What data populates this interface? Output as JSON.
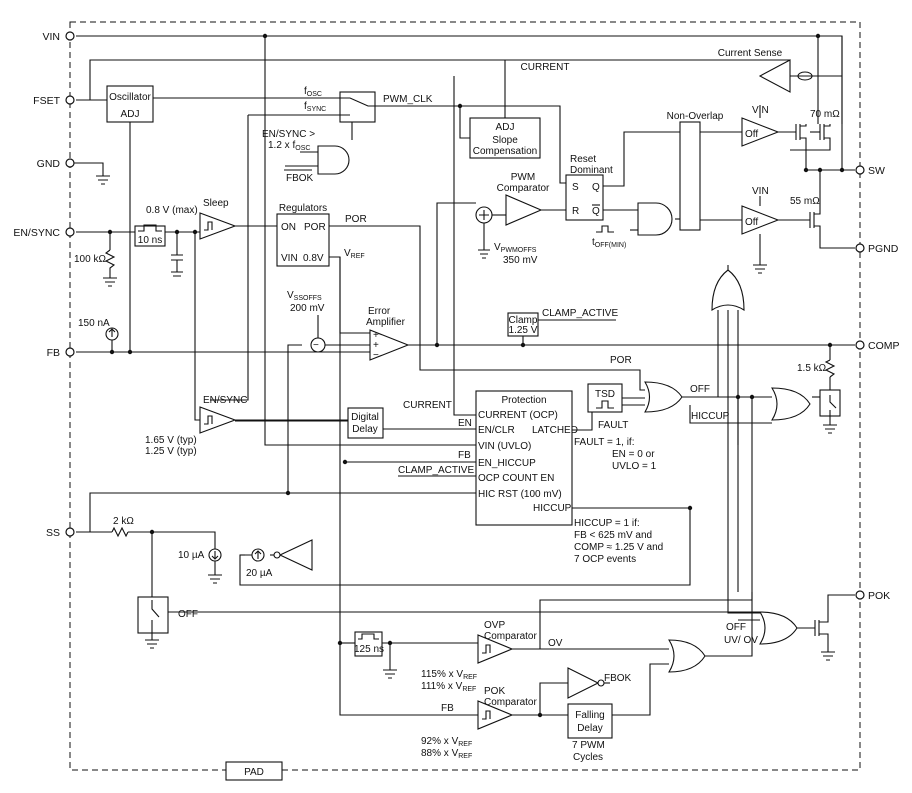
{
  "pins": {
    "vin": "VIN",
    "fset": "FSET",
    "gnd": "GND",
    "en_sync": "EN/SYNC",
    "fb": "FB",
    "ss": "SS",
    "sw": "SW",
    "pgnd": "PGND",
    "comp": "COMP",
    "pok": "POK",
    "pad": "PAD"
  },
  "blocks": {
    "oscillator": "Oscillator",
    "osc_adj": "ADJ",
    "slope_adj": "ADJ",
    "slope_line1": "Slope",
    "slope_line2": "Compensation",
    "regulators": "Regulators",
    "reg_on": "ON",
    "reg_por": "POR",
    "reg_vin": "VIN",
    "reg_08v": "0.8V",
    "digital_delay_1": "Digital",
    "digital_delay_2": "Delay",
    "protection": "Protection",
    "prot_ports": [
      "CURRENT (OCP)",
      "EN/CLR",
      "VIN (UVLO)",
      "EN_HICCUP",
      "OCP COUNT EN",
      "HIC RST (100 mV)"
    ],
    "prot_latched": "LATCHED",
    "prot_hiccup": "HICCUP",
    "tsd": "TSD",
    "clamp_1": "Clamp",
    "clamp_2": "1.25 V",
    "non_overlap": "Non-Overlap",
    "falling_1": "Falling",
    "falling_2": "Delay",
    "ff_s": "S",
    "ff_q": "Q",
    "ff_r": "R",
    "ff_qbar": "Q",
    "delay_10ns": "10 ns",
    "delay_125ns": "125 ns",
    "off_label": "Off"
  },
  "labels": {
    "current_sense": "Current Sense",
    "current_top": "CURRENT",
    "current_mid": "CURRENT",
    "f_osc": "OSC",
    "f_sync": "SYNC",
    "pwm_clk": "PWM_CLK",
    "en_sync_gt_1": "EN/SYNC >",
    "en_sync_gt_2": "1.2 x f",
    "en_sync_gt_sub": "OSC",
    "fbok_top": "FBOK",
    "reset_1": "Reset",
    "reset_2": "Dominant",
    "pwm_comp_1": "PWM",
    "pwm_comp_2": "Comparator",
    "vpwmoffs": "PWMOFFS",
    "vpwmoffs_val": "350 mV",
    "toff": "OFF(MIN)",
    "vin_hs": "VIN",
    "vin_ls": "VIN",
    "mohm_70": "70 mΩ",
    "mohm_55": "55 mΩ",
    "sleep": "Sleep",
    "sleep_v": "0.8 V (max)",
    "por": "POR",
    "vref": "REF",
    "vssoffs": "SSOFFS",
    "vssoffs_val": "200 mV",
    "err_amp_1": "Error",
    "err_amp_2": "Amplifier",
    "clamp_active_top": "CLAMP_ACTIVE",
    "clamp_active_mid": "CLAMP_ACTIVE",
    "r_100k": "100 kΩ",
    "i_150na": "150 nA",
    "en_sync_comp": "EN/SYNC",
    "en_sync_v1": "1.65 V (typ)",
    "en_sync_v2": "1.25 V (typ)",
    "por2": "POR",
    "fault": "FAULT",
    "off1": "OFF",
    "off2": "OFF",
    "off3": "OFF",
    "hiccup_r": "HICCUP",
    "hiccup_mid": "HICCUP",
    "en_wire": "EN",
    "fb_wire": "FB",
    "fb_wire2": "FB",
    "r_15k": "1.5 kΩ",
    "fault_note": [
      "FAULT = 1, if:",
      "EN = 0 or",
      "UVLO = 1"
    ],
    "hiccup_note": [
      "HICCUP = 1 if:",
      "FB < 625 mV and",
      "COMP ≈ 1.25 V and",
      "7 OCP events"
    ],
    "r_2k": "2 kΩ",
    "i_10ua": "10 µA",
    "i_20ua": "20 µA",
    "ovp_1": "OVP",
    "ovp_2": "Comparator",
    "ov": "OV",
    "ovp_v1": "115% x V",
    "ovp_v1_sub": "REF",
    "ovp_v2": "111% x V",
    "ovp_v2_sub": "REF",
    "uv_ov": "UV/ OV",
    "fbok_bot": "FBOK",
    "pok_1": "POK",
    "pok_2": "Comparator",
    "pok_v1": "92% x V",
    "pok_v1_sub": "REF",
    "pok_v2": "88% x V",
    "pok_v2_sub": "REF",
    "pwm_cycles_1": "7 PWM",
    "pwm_cycles_2": "Cycles"
  }
}
